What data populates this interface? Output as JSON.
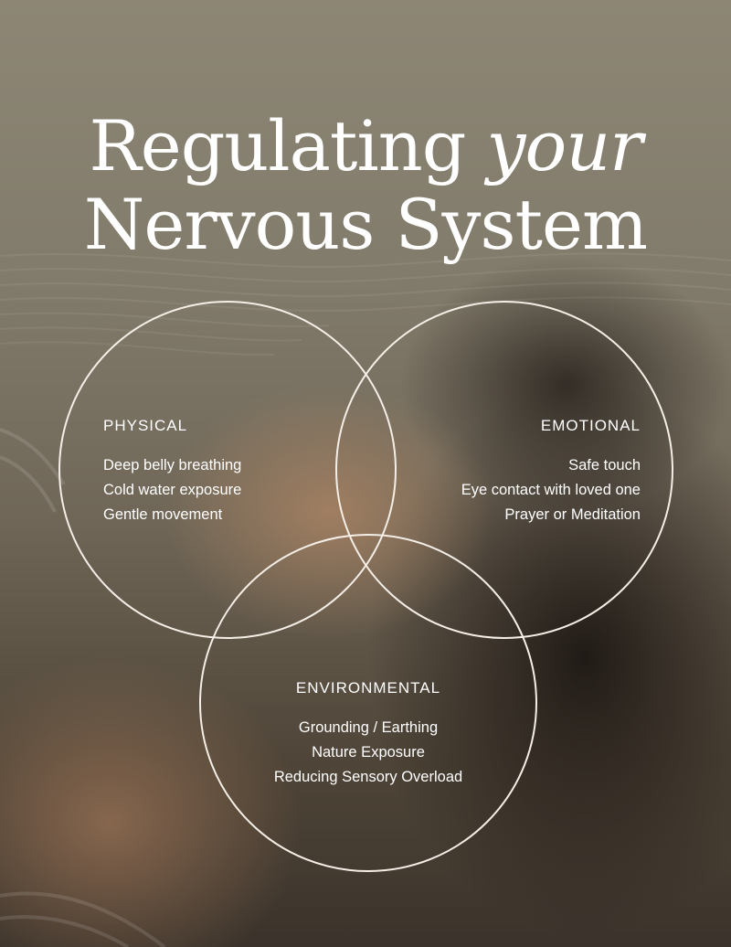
{
  "title": {
    "line1_part1": "Regulating ",
    "line1_part2": "your",
    "line2": "Nervous System"
  },
  "circles": [
    {
      "heading": "PHYSICAL",
      "items": [
        "Deep belly breathing",
        "Cold water exposure",
        "Gentle movement"
      ]
    },
    {
      "heading": "EMOTIONAL",
      "items": [
        "Safe touch",
        "Eye contact with loved one",
        "Prayer or Meditation"
      ]
    },
    {
      "heading": "ENVIRONMENTAL",
      "items": [
        "Grounding / Earthing",
        "Nature Exposure",
        "Reducing Sensory Overload"
      ]
    }
  ],
  "colors": {
    "text": "#ffffff",
    "circle_stroke": "#f4eee6",
    "background_top": "#8d8675",
    "background_bottom": "#3b332b"
  }
}
